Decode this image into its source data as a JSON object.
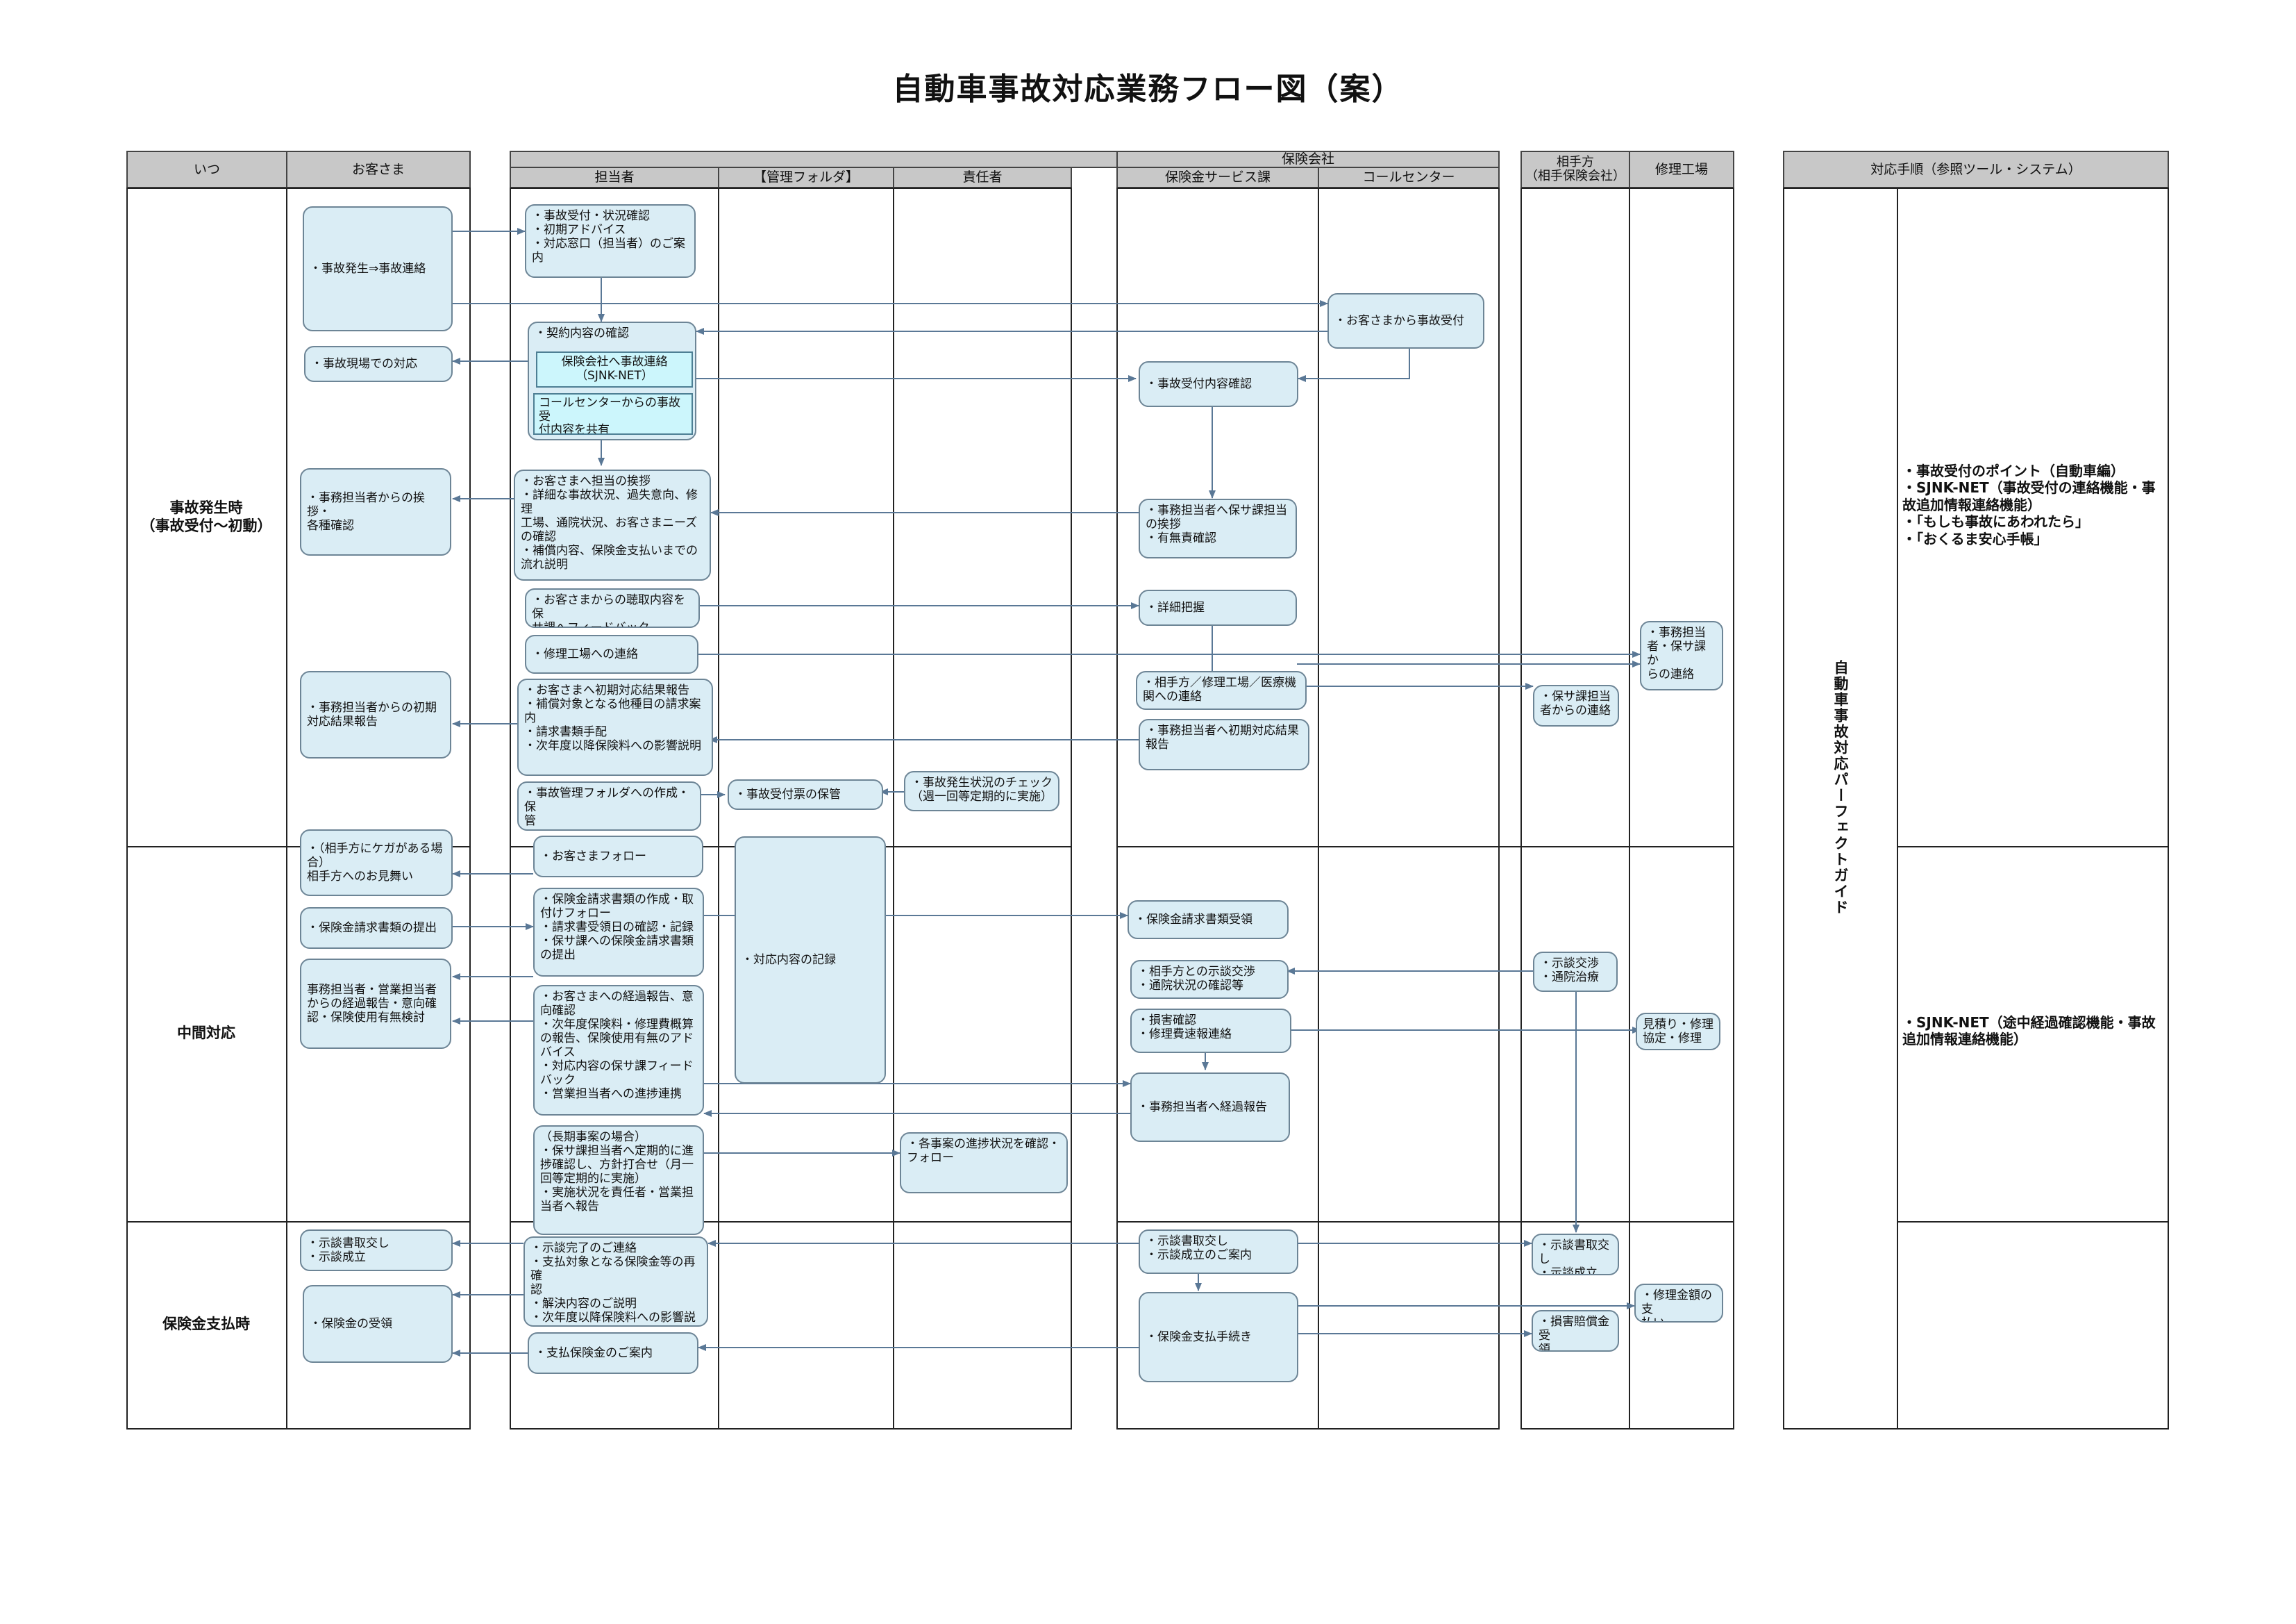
{
  "title": "自動車事故対応業務フロー図（案）",
  "headers": {
    "when": "いつ",
    "customer": "お客さま",
    "tantousha": "担当者",
    "folder": "【管理フォルダ】",
    "sekininsha": "責任者",
    "insurance_company": "保険会社",
    "claims_service": "保険金サービス課",
    "call_center": "コールセンター",
    "other_party": "相手方\n（相手保険会社）",
    "repair_shop": "修理工場",
    "procedure": "対応手順（参照ツール・システム）"
  },
  "phases": {
    "initial": "事故発生時\n（事故受付～初動）",
    "middle": "中間対応",
    "payment": "保険金支払時"
  },
  "customer_boxes": {
    "c1": "・事故発生⇒事故連絡",
    "c2": "・事故現場での対応",
    "c3": "・事務担当者からの挨拶・\n各種確認",
    "c4": "・事務担当者からの初期\n対応結果報告",
    "c5": "・（相手方にケガがある場\n合）\n相手方へのお見舞い",
    "c6": "・保険金請求書類の提出",
    "c7": "事務担当者・営業担当者\nからの経過報告・意向確\n認・保険使用有無検討",
    "c8": "・示談書取交し\n・示談成立",
    "c9": "・保険金の受領"
  },
  "tantou_boxes": {
    "t1": "・事故受付・状況確認\n・初期アドバイス\n・対応窓口（担当者）のご案内",
    "t2": "・契約内容の確認",
    "t2a": "保険会社へ事故連絡\n（SJNK-NET）",
    "t2b": "コールセンターからの事故受\n付内容を共有",
    "t3": "・お客さまへ担当の挨拶\n・詳細な事故状況、過失意向、修理\n工場、通院状況、お客さまニーズ\nの確認\n・補償内容、保険金支払いまでの\n流れ説明",
    "t4": "・お客さまからの聴取内容を保\nサ課へフィードバック",
    "t5": "・修理工場への連絡",
    "t6": "・お客さまへ初期対応結果報告\n・補償対象となる他種目の請求案\n内\n・請求書類手配\n・次年度以降保険料への影響説明",
    "t7": "・事故管理フォルダへの作成・保\n管",
    "t8": "・お客さまフォロー",
    "t9": "・保険金請求書類の作成・取\n付けフォロー\n・請求書受領日の確認・記録\n・保サ課への保険金請求書類\nの提出",
    "t10": "・お客さまへの経過報告、意\n向確認\n・次年度保険料・修理費概算\nの報告、保険使用有無のアド\nバイス\n・対応内容の保サ課フィード\nバック\n・営業担当者への進捗連携",
    "t11": "（長期事案の場合）\n・保サ課担当者へ定期的に進\n捗確認し、方針打合せ（月一\n回等定期的に実施）\n・実施状況を責任者・営業担\n当者へ報告",
    "t12": "・示談完了のご連絡\n・支払対象となる保険金等の再確\n認\n・解決内容のご説明\n・次年度以降保険料への影響説",
    "t13": "・支払保険金のご案内"
  },
  "folder_boxes": {
    "f1": "・事故受付票の保管",
    "f2": "・対応内容の記録"
  },
  "sekinin_boxes": {
    "s1": "・事故発生状況のチェック\n（週一回等定期的に実施）",
    "s2": "・各事案の進捗状況を確認・\nフォロー"
  },
  "hosa_boxes": {
    "h1": "・事故受付内容確認",
    "h2": "・事務担当者へ保サ課担当\nの挨拶\n・有無責確認",
    "h3": "・詳細把握",
    "h4": "・相手方／修理工場／医療機\n関への連絡",
    "h5": "・事務担当者へ初期対応結果\n報告",
    "h6": "・保険金請求書類受領",
    "h7": "・相手方との示談交渉\n・通院状況の確認等",
    "h8": "・損害確認\n・修理費速報連絡",
    "h9": "・事務担当者へ経過報告",
    "h10": "・示談書取交し\n・示談成立のご案内",
    "h11": "・保険金支払手続き"
  },
  "call_boxes": {
    "k1": "・お客さまから事故受付"
  },
  "other_boxes": {
    "o1": "・保サ課担当\n者からの連絡",
    "o2": "・示談交渉\n・通院治療",
    "o3": "・示談書取交し\n・示談成立",
    "o4": "・損害賠償金受\n領"
  },
  "repair_boxes": {
    "r1": "・事務担当\n者・保サ課か\nらの連絡",
    "r2": "見積り・修理\n協定・修理",
    "r3": "・修理金額の支\n払い"
  },
  "procedure": {
    "ref1": "・事故受付のポイント（自動車編）\n・SJNK-NET（事故受付の連絡機能・事\n故追加情報連絡機能）\n・「もしも事故にあわれたら」\n・「おくるま安心手帳」",
    "ref2": "・SJNK-NET（途中経過確認機能・事故\n追加情報連絡機能）",
    "guide": "自動車事故対応パーフェクトガイド"
  },
  "colors": {
    "box_fill": "#daedf5",
    "box_border": "#6d8596",
    "highlight_fill": "#ccf6fc",
    "header_fill": "#c8c8c8",
    "arrow": "#5a7896"
  }
}
